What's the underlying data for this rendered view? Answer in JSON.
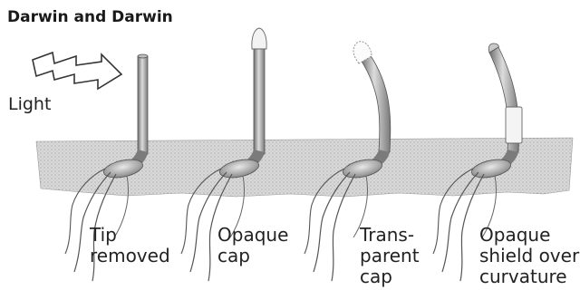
{
  "title": "Darwin and Darwin",
  "light_label": "Light",
  "specimens": [
    {
      "caption": "Tip\nremoved"
    },
    {
      "caption": "Opaque\ncap"
    },
    {
      "caption": "Trans-\nparent\ncap"
    },
    {
      "caption": "Opaque\nshield over\ncurvature"
    }
  ]
}
